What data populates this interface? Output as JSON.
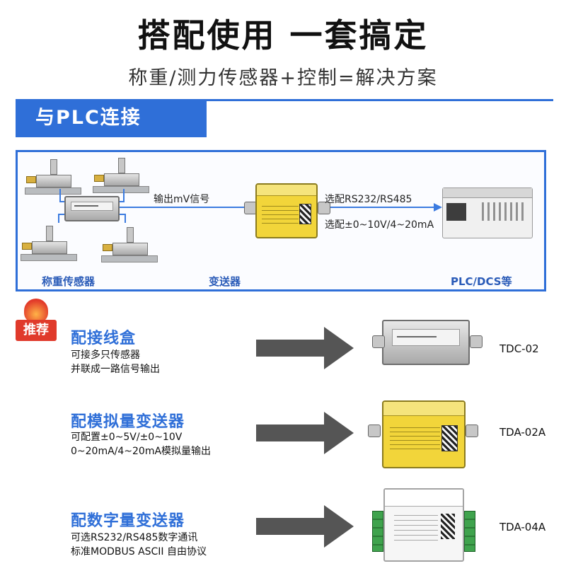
{
  "header": {
    "title": "搭配使用 一套搞定",
    "subtitle": "称重/测力传感器+控制=解决方案"
  },
  "plc_section": {
    "banner": "与PLC连接",
    "flow": {
      "signal_label": "输出mV信号",
      "option_digital": "选配RS232/RS485",
      "option_analog": "选配±0~10V/4~20mA"
    },
    "captions": {
      "sensors": "称重传感器",
      "transmitter": "变送器",
      "plc": "PLC/DCS等"
    }
  },
  "recommend": {
    "badge": "推荐",
    "items": [
      {
        "title": "配接线盒",
        "desc_line1": "可接多只传感器",
        "desc_line2": "并联成一路信号输出",
        "model": "TDC-02"
      },
      {
        "title": "配模拟量变送器",
        "desc_line1": "可配置±0~5V/±0~10V",
        "desc_line2": "0~20mA/4~20mA模拟量输出",
        "model": "TDA-02A"
      },
      {
        "title": "配数字量变送器",
        "desc_line1": "可选RS232/RS485数字通讯",
        "desc_line2": "标准MODBUS ASCII 自由协议",
        "model": "TDA-04A"
      }
    ]
  },
  "colors": {
    "accent_blue": "#2f6fd8",
    "badge_red": "#e03a2b",
    "transmitter_yellow": "#f2d53a"
  }
}
